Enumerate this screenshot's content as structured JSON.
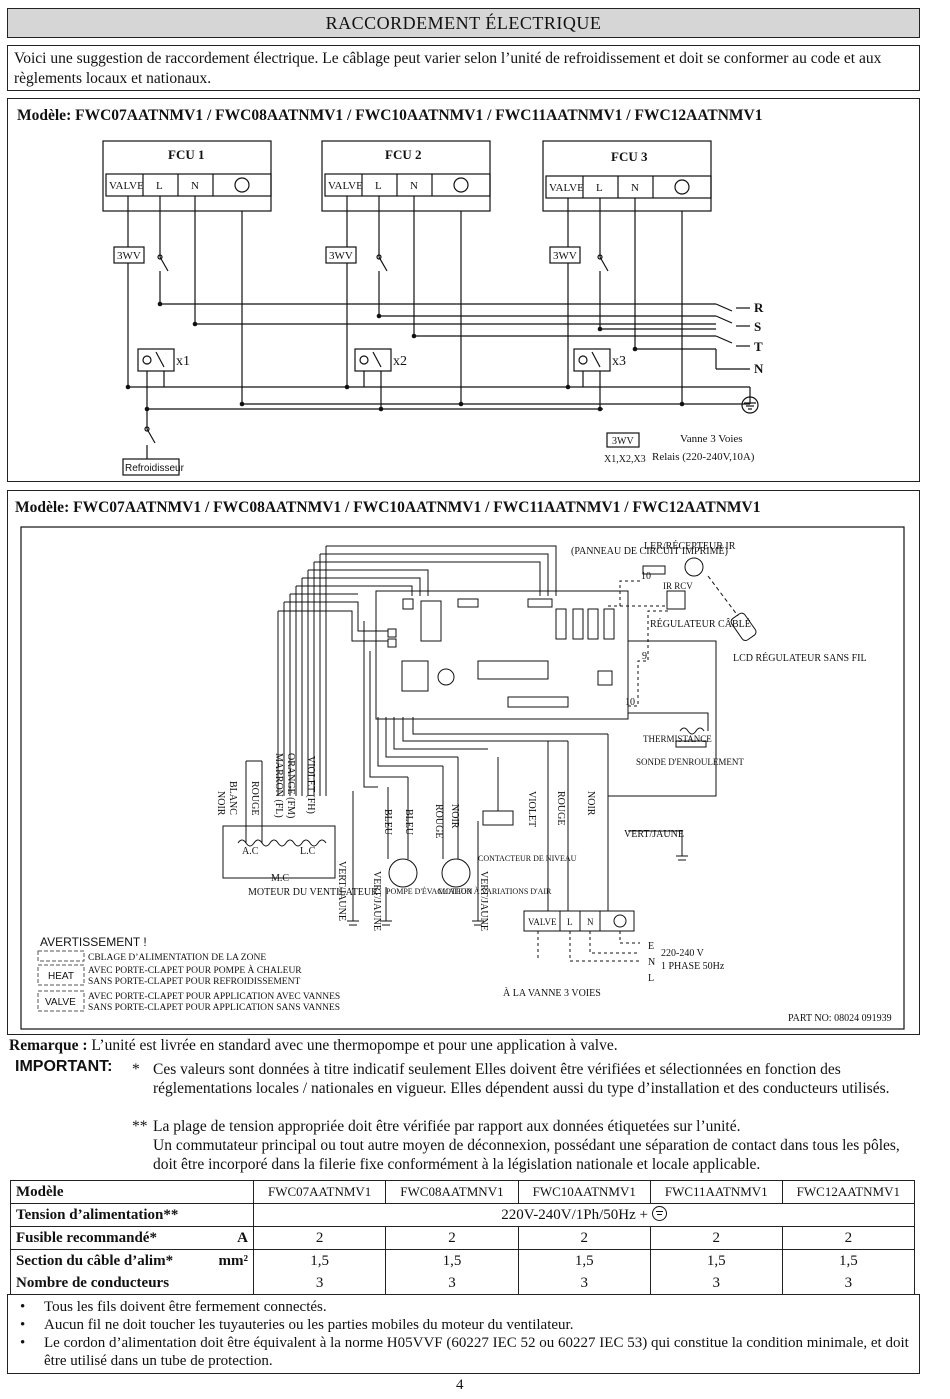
{
  "page_title": "RACCORDEMENT ÉLECTRIQUE",
  "intro": "Voici une suggestion de raccordement électrique. Le câblage peut varier selon l’unité de refroidissement et doit se conformer au code et aux règlements locaux et nationaux.",
  "diagram1": {
    "model_line": "Modèle: FWC07AATNMV1 / FWC08AATNMV1 / FWC10AATNMV1 / FWC11AATNMV1 / FWC12AATNMV1",
    "fcu_labels": [
      "FCU 1",
      "FCU 2",
      "FCU 3"
    ],
    "terminal_labels": [
      "VALVE",
      "L",
      "N"
    ],
    "wv_label": "3WV",
    "relay_labels": [
      "x1",
      "x2",
      "x3"
    ],
    "phase_labels": [
      "R",
      "S",
      "T",
      "N"
    ],
    "chiller_label": "Refroidisseur",
    "legend_3wv_symbol": "3WV",
    "legend_3wv_text": "Vanne 3 Voies",
    "legend_relay_symbol": "X1,X2,X3",
    "legend_relay_text": "Relais (220-240V,10A)"
  },
  "diagram2": {
    "model_line": "Modèle: FWC07AATNMV1 / FWC08AATNMV1 / FWC10AATNMV1 / FWC11AATNMV1 / FWC12AATNMV1",
    "pcb_label": "(PANNEAU DE CIRCUIT IMPRIMÉ)",
    "ler_label": "LER/RÉCEPTEUR IR",
    "ir_rcv": "IR RCV",
    "wired_controller": "RÉGULATEUR CÂBLÉ",
    "lcd_controller": "LCD RÉGULATEUR SANS FIL",
    "num_10a": "10",
    "num_9": "9",
    "num_10b": "10",
    "thermistance": "THERMISTANCE",
    "sonde": "SONDE D'ENROULEMENT",
    "wire_colors_motor": [
      "NOIR",
      "BLANC",
      "ROUGE",
      "MARRON (FL)",
      "ORANGE (FM)",
      "VIOLET (FH)"
    ],
    "motor_ac": "A.C",
    "motor_lc": "L.C",
    "motor_mc": "M.C",
    "motor_label": "MOTEUR DU VENTILATEUR",
    "vert_jaune": "VERT/JAUNE",
    "pump_wires": [
      "BLEU",
      "BLEU",
      "ROUGE",
      "NOIR"
    ],
    "pump_label": "POMPE D'ÉVACUATION",
    "variable_motor": "MOTEUR À VARIATIONS D'AIR",
    "level_contact": "CONTACTEUR DE NIVEAU",
    "valve_wires": [
      "VIOLET",
      "ROUGE",
      "NOIR"
    ],
    "terminal_labels": [
      "VALVE",
      "L",
      "N"
    ],
    "supply_letters": [
      "E",
      "N",
      "L"
    ],
    "supply_text_1": "220-240 V",
    "supply_text_2": "1 PHASE 50Hz",
    "valve_note": "À LA VANNE 3 VOIES",
    "warning_title": "AVERTISSEMENT !",
    "warning_line1": "CBLAGE D’ALIMENTATION DE LA ZONE",
    "heat_tag": "HEAT",
    "heat_line1": "AVEC PORTE-CLAPET POUR POMPE À CHALEUR",
    "heat_line2": "SANS PORTE-CLAPET POUR REFROIDISSEMENT",
    "valve_tag": "VALVE",
    "valve_line1": "AVEC PORTE-CLAPET POUR APPLICATION AVEC VANNES",
    "valve_line2": "SANS PORTE-CLAPET POUR APPLICATION SANS VANNES",
    "part_no": "PART NO: 08024 091939"
  },
  "remark_label": "Remarque :",
  "remark_text": "L’unité est livrée en standard avec une thermopompe et pour une application à valve.",
  "important_label": "IMPORTANT:",
  "important_star1": "*",
  "important_text1": "Ces valeurs sont données à titre indicatif seulement Elles doivent être vérifiées et sélectionnées en fonction des réglementations locales / nationales en vigueur. Elles dépendent aussi du type d’installation et des conducteurs utilisés.",
  "important_star2": "**",
  "important_text2": "La plage de tension appropriée doit être vérifiée par rapport aux données étiquetées sur l’unité.",
  "important_text3": "Un commutateur principal ou tout autre moyen de déconnexion, possédant une séparation de contact dans tous les pôles, doit être incorporé dans la filerie fixe conformément à la législation nationale et  locale applicable.",
  "spec_table": {
    "header_label": "Modèle",
    "models": [
      "FWC07AATNMV1",
      "FWC08AATMNV1",
      "FWC10AATNMV1",
      "FWC11AATNMV1",
      "FWC12AATNMV1"
    ],
    "voltage_label": "Tension d’alimentation**",
    "voltage_value": "220V-240V/1Ph/50Hz +",
    "fuse_label": "Fusible recommandé*",
    "fuse_unit": "A",
    "fuse_values": [
      "2",
      "2",
      "2",
      "2",
      "2"
    ],
    "cable_label": "Section du câble d’alim*",
    "cable_unit": "mm²",
    "cable_values": [
      "1,5",
      "1,5",
      "1,5",
      "1,5",
      "1,5"
    ],
    "conductors_label": "Nombre de conducteurs",
    "conductors_values": [
      "3",
      "3",
      "3",
      "3",
      "3"
    ]
  },
  "bullets": [
    "Tous les fils doivent être fermement connectés.",
    "Aucun fil ne doit toucher les tuyauteries ou les parties mobiles du moteur du ventilateur.",
    "Le cordon d’alimentation doit être équivalent à la norme H05VVF (60227 IEC 52 ou 60227 IEC 53) qui constitue la condition minimale, et doit être utilisé dans un tube de protection."
  ],
  "page_number": "4"
}
